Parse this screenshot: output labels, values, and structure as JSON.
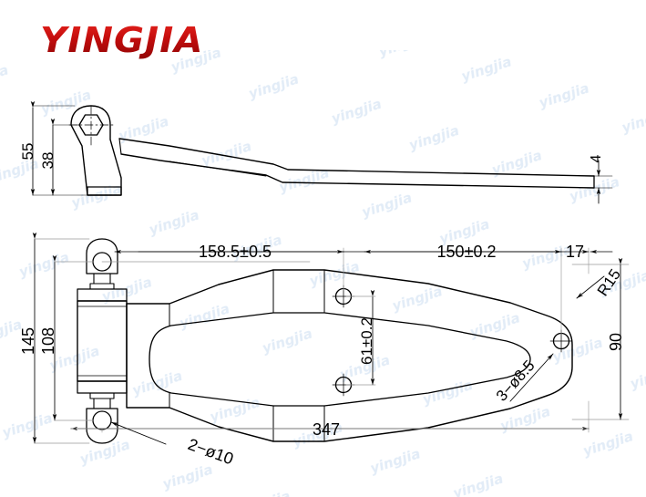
{
  "brand": {
    "logo_text": "YINGJIA",
    "logo_color": "#d01010"
  },
  "watermark": {
    "text": "yingjia",
    "color": "#dce8f5"
  },
  "drawing": {
    "type": "engineering-drawing",
    "subject": "door hinge",
    "line_color": "#000000",
    "views": [
      {
        "name": "side-view",
        "position": "top"
      },
      {
        "name": "plan-view",
        "position": "bottom"
      }
    ]
  },
  "dimensions": {
    "side_view": [
      {
        "id": "dim-55",
        "label": "55",
        "orientation": "vertical",
        "value": 55
      },
      {
        "id": "dim-38",
        "label": "38",
        "orientation": "vertical",
        "value": 38
      },
      {
        "id": "dim-4",
        "label": "4",
        "orientation": "vertical",
        "value": 4
      }
    ],
    "plan_view": [
      {
        "id": "dim-158",
        "label": "158.5±0.5",
        "orientation": "horizontal",
        "value": 158.5,
        "tolerance": 0.5
      },
      {
        "id": "dim-150",
        "label": "150±0.2",
        "orientation": "horizontal",
        "value": 150,
        "tolerance": 0.2
      },
      {
        "id": "dim-17",
        "label": "17",
        "orientation": "horizontal",
        "value": 17
      },
      {
        "id": "dim-347",
        "label": "347",
        "orientation": "horizontal",
        "value": 347
      },
      {
        "id": "dim-145",
        "label": "145",
        "orientation": "vertical",
        "value": 145
      },
      {
        "id": "dim-108",
        "label": "108",
        "orientation": "vertical",
        "value": 108
      },
      {
        "id": "dim-90",
        "label": "90",
        "orientation": "vertical",
        "value": 90
      },
      {
        "id": "dim-61",
        "label": "61±0.2",
        "orientation": "vertical",
        "value": 61,
        "tolerance": 0.2
      }
    ]
  },
  "callouts": [
    {
      "id": "callout-r15",
      "label": "R15",
      "kind": "radius",
      "value": 15
    },
    {
      "id": "callout-d10",
      "label": "2−ø10",
      "kind": "hole",
      "count": 2,
      "diameter": 10
    },
    {
      "id": "callout-d85",
      "label": "3−ø8.5",
      "kind": "hole",
      "count": 3,
      "diameter": 8.5
    }
  ]
}
